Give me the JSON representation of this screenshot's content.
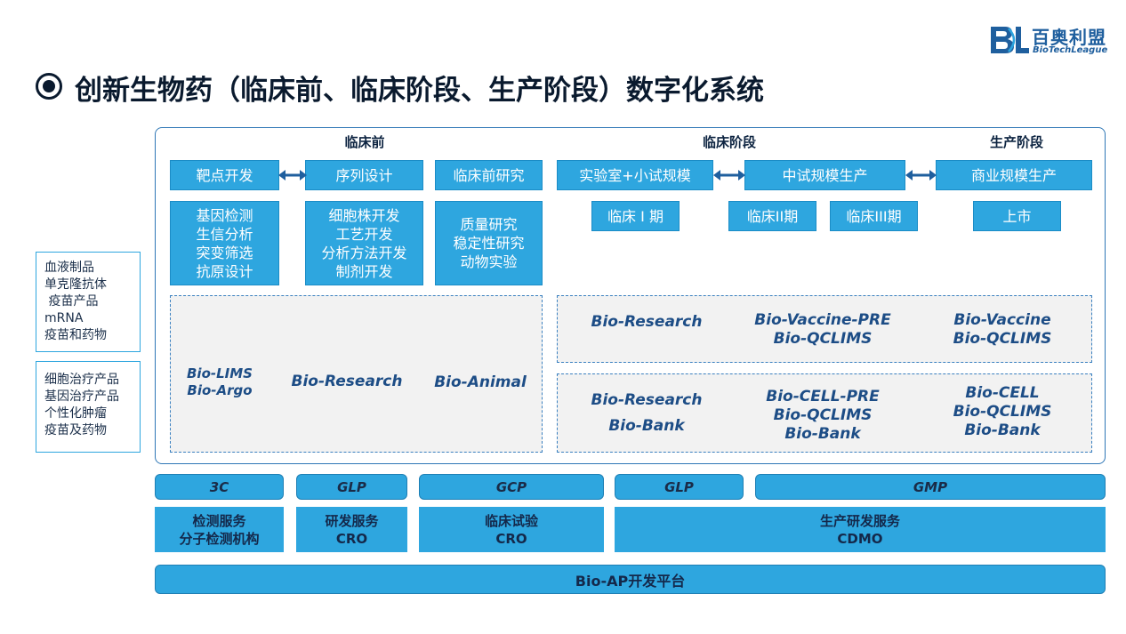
{
  "logo": {
    "cn": "百奥利盟",
    "en": "BioTechLeague"
  },
  "title": "创新生物药（临床前、临床阶段、生产阶段）数字化系统",
  "phases": {
    "preclinical": "临床前",
    "clinical": "临床阶段",
    "production": "生产阶段"
  },
  "top_boxes": {
    "target": "靶点开发",
    "sequence": "序列设计",
    "preclinical_research": "临床前研究",
    "lab_scale": "实验室+小试规模",
    "pilot": "中试规模生产",
    "commercial": "商业规模生产"
  },
  "detail_boxes": {
    "target_lines": [
      "基因检测",
      "生信分析",
      "突变筛选",
      "抗原设计"
    ],
    "sequence_lines": [
      "细胞株开发",
      "工艺开发",
      "分析方法开发",
      "制剂开发"
    ],
    "research_lines": [
      "质量研究",
      "稳定性研究",
      "动物实验"
    ],
    "phase1": "临床 I 期",
    "phase2": "临床II期",
    "phase3": "临床III期",
    "market": "上市"
  },
  "products": {
    "pre_left": [
      "Bio-LIMS",
      "Bio-Argo"
    ],
    "pre_mid": "Bio-Research",
    "pre_right": "Bio-Animal",
    "clin_top_left": "Bio-Research",
    "clin_top_mid": [
      "Bio-Vaccine-PRE",
      "Bio-QCLIMS"
    ],
    "clin_top_right": [
      "Bio-Vaccine",
      "Bio-QCLIMS"
    ],
    "clin_bot_left": [
      "Bio-Research",
      "Bio-Bank"
    ],
    "clin_bot_mid": [
      "Bio-CELL-PRE",
      "Bio-QCLIMS",
      "Bio-Bank"
    ],
    "clin_bot_right": [
      "Bio-CELL",
      "Bio-QCLIMS",
      "Bio-Bank"
    ]
  },
  "side_boxes": {
    "group1": [
      "血液制品",
      "单克隆抗体",
      " 疫苗产品",
      "mRNA",
      "疫苗和药物"
    ],
    "group2": [
      "细胞治疗产品",
      "基因治疗产品",
      "个性化肿瘤",
      "疫苗及药物"
    ]
  },
  "standards": [
    "3C",
    "GLP",
    "GCP",
    "GLP",
    "GMP"
  ],
  "services": [
    [
      "检测服务",
      "分子检测机构"
    ],
    [
      "研发服务",
      "CRO"
    ],
    [
      "临床试验",
      "CRO"
    ],
    [
      "生产研发服务",
      "CDMO"
    ]
  ],
  "platform": "Bio-AP开发平台",
  "colors": {
    "accent": "#2ea6df",
    "frame": "#2f77b6",
    "product_text": "#1d4d86"
  }
}
